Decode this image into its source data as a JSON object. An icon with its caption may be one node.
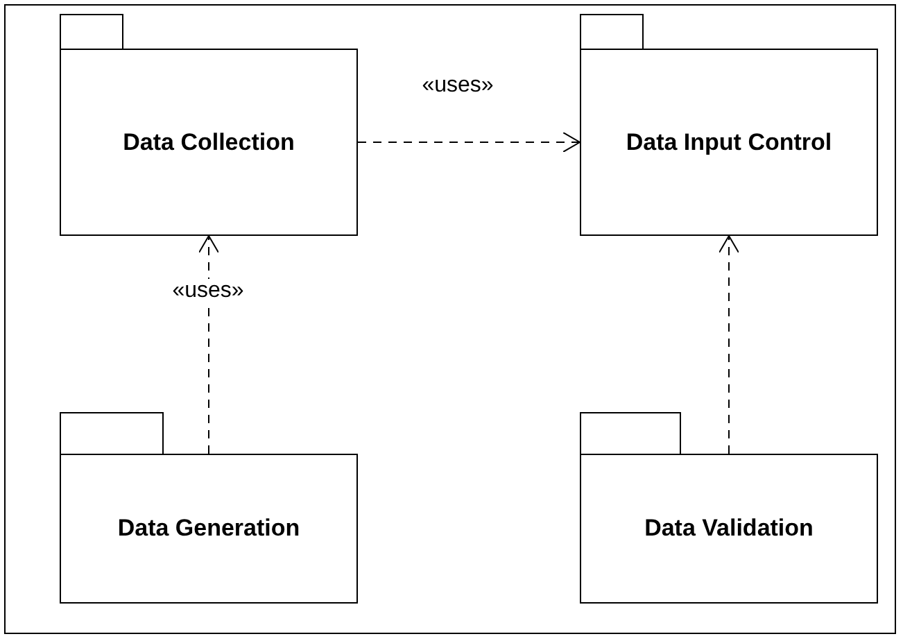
{
  "diagram": {
    "nodes": [
      {
        "text": [
          "Data Collection"
        ]
      },
      {
        "text": [
          "Data Input Control"
        ]
      },
      {
        "text": [
          "Data Generation"
        ]
      },
      {
        "text": [
          "Data Validation"
        ]
      }
    ],
    "edges": [
      {
        "from": 0,
        "to": 1,
        "arrow": "to",
        "style": "dashed",
        "label": "«uses»"
      },
      {
        "from": 2,
        "to": 0,
        "arrow": "to",
        "style": "dashed",
        "label": "«uses»"
      },
      {
        "from": 3,
        "to": 1,
        "arrow": "to",
        "style": "dashed"
      }
    ]
  }
}
